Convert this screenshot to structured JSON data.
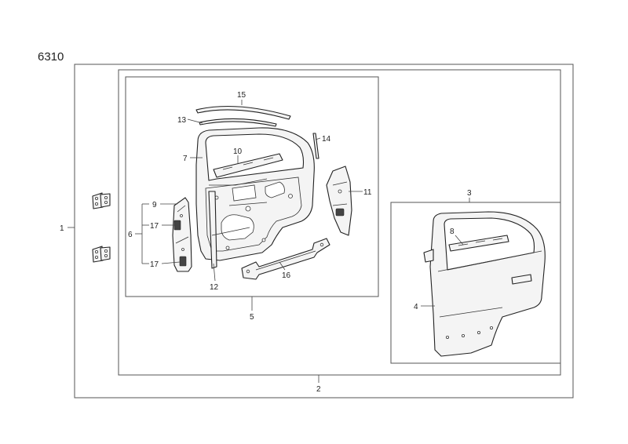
{
  "diagram": {
    "page_code": "6310",
    "callouts": {
      "c1": "1",
      "c2": "2",
      "c3": "3",
      "c4": "4",
      "c5": "5",
      "c6": "6",
      "c7": "7",
      "c8": "8",
      "c9": "9",
      "c10": "10",
      "c11": "11",
      "c12": "12",
      "c13": "13",
      "c14": "14",
      "c15": "15",
      "c16": "16",
      "c17a": "17",
      "c17b": "17"
    }
  }
}
